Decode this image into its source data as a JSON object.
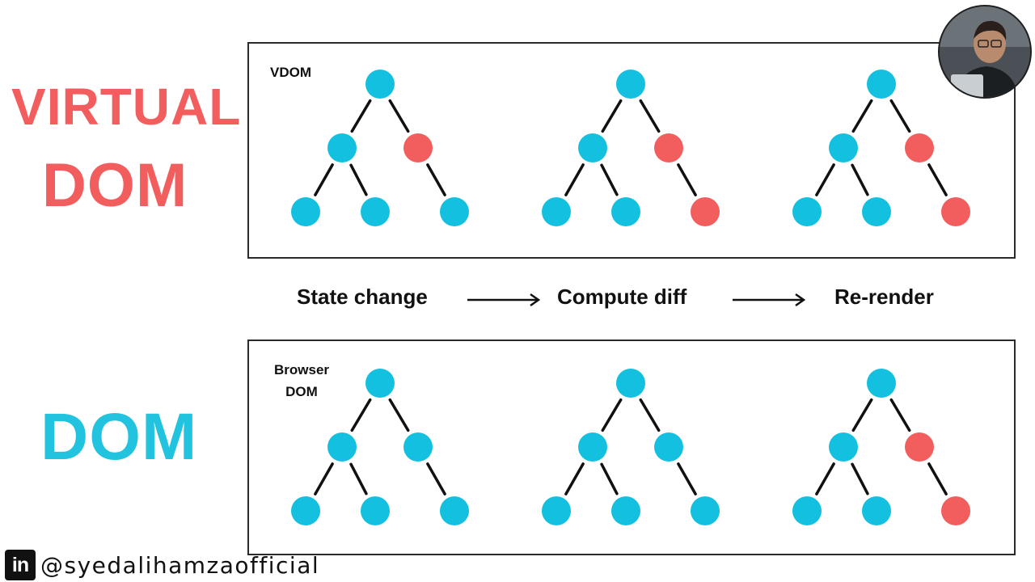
{
  "titles": {
    "virtual": "VIRTUAL",
    "dom_red": "DOM",
    "dom_blue": "DOM"
  },
  "panels": {
    "vdom_label": "VDOM",
    "browser_label_line1": "Browser",
    "browser_label_line2": "DOM"
  },
  "flow": {
    "step1": "State change",
    "step2": "Compute diff",
    "step3": "Re-render"
  },
  "footer": {
    "icon_text": "in",
    "handle": "@syedalihamzaofficial"
  },
  "colors": {
    "title_red": "#f25e5e",
    "title_blue": "#22c3df",
    "node_blue": "#14c0e0",
    "node_red": "#f25e5e"
  },
  "diagram": {
    "vdom_trees": [
      {
        "root": "blue",
        "left": "blue",
        "right": "red",
        "ll": "blue",
        "lr": "blue",
        "rr": "blue"
      },
      {
        "root": "blue",
        "left": "blue",
        "right": "red",
        "ll": "blue",
        "lr": "blue",
        "rr": "red"
      },
      {
        "root": "blue",
        "left": "blue",
        "right": "red",
        "ll": "blue",
        "lr": "blue",
        "rr": "red"
      }
    ],
    "browser_trees": [
      {
        "root": "blue",
        "left": "blue",
        "right": "blue",
        "ll": "blue",
        "lr": "blue",
        "rr": "blue"
      },
      {
        "root": "blue",
        "left": "blue",
        "right": "blue",
        "ll": "blue",
        "lr": "blue",
        "rr": "blue"
      },
      {
        "root": "blue",
        "left": "blue",
        "right": "red",
        "ll": "blue",
        "lr": "blue",
        "rr": "red"
      }
    ]
  }
}
